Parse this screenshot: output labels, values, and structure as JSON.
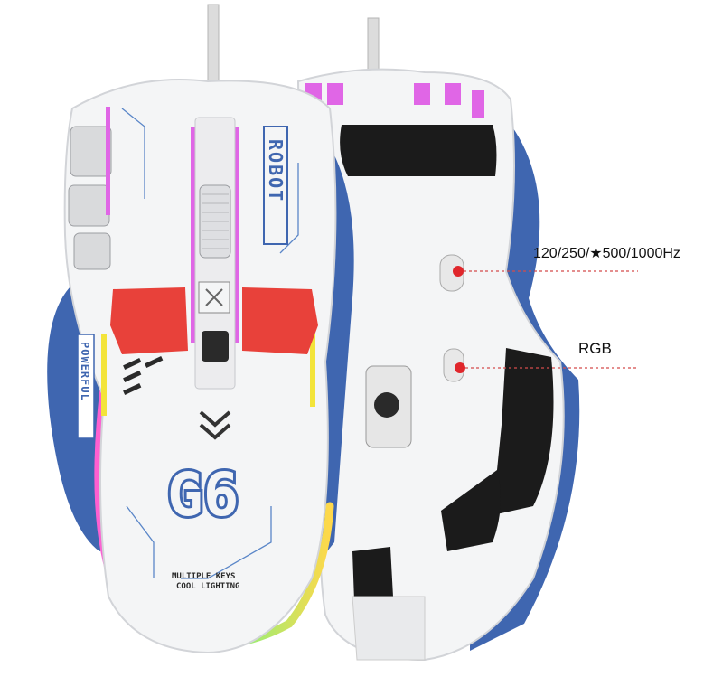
{
  "product": {
    "name_badge": "ROBOT",
    "side_badge": "POWERFUL",
    "model_logo": "G6",
    "tagline_line1": "MULTIPLE KEYS",
    "tagline_line2": "COOL LIGHTING"
  },
  "callouts": {
    "polling_rate": "120/250/★500/1000Hz",
    "rgb": "RGB"
  },
  "colors": {
    "shell": "#f4f5f6",
    "accent_blue": "#3f66b0",
    "accent_red": "#e8413a",
    "rubber": "#1b1b1b",
    "led_pink": "#e066e6",
    "led_yellow": "#f3e43a",
    "callout_dot": "#e0262b",
    "callout_line": "#d44b4b"
  }
}
